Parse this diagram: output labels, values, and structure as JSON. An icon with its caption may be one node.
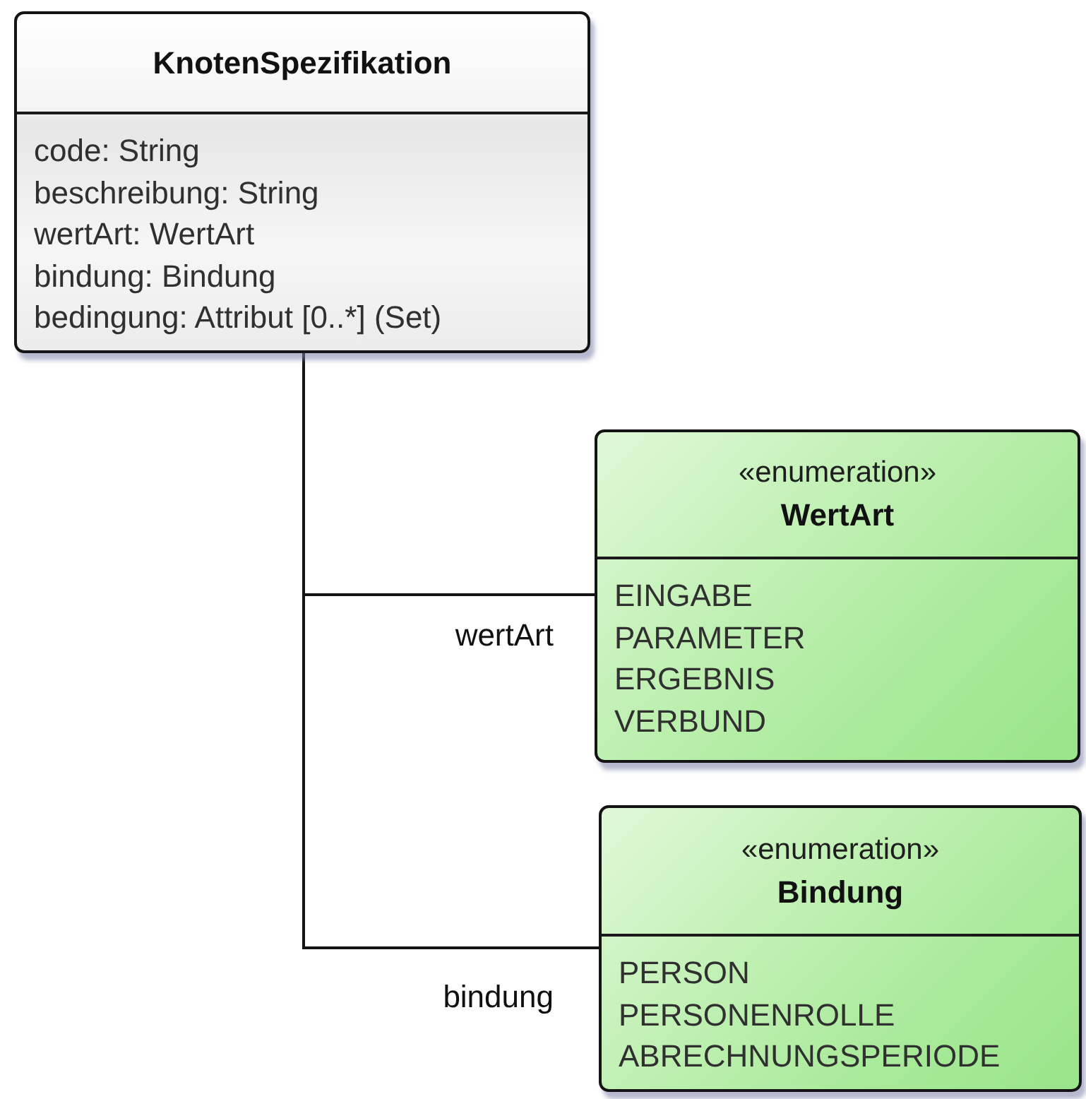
{
  "diagram": {
    "nodes": [
      {
        "text": [
          "KnotenSpezifikation",
          "code: String",
          "beschreibung: String",
          "wertArt: WertArt",
          "bindung: Bindung",
          "bedingung: Attribut [0..*] (Set)"
        ]
      },
      {
        "text": [
          "«enumeration»",
          "WertArt",
          "EINGABE",
          "PARAMETER",
          "ERGEBNIS",
          "VERBUND"
        ]
      },
      {
        "text": [
          "«enumeration»",
          "Bindung",
          "PERSON",
          "PERSONENROLLE",
          "ABRECHNUNGSPERIODE"
        ]
      }
    ],
    "edges": [
      {
        "from": 0,
        "to": 1,
        "arrow": "none",
        "label": "wertArt"
      },
      {
        "from": 0,
        "to": 2,
        "arrow": "none",
        "label": "bindung"
      }
    ]
  }
}
